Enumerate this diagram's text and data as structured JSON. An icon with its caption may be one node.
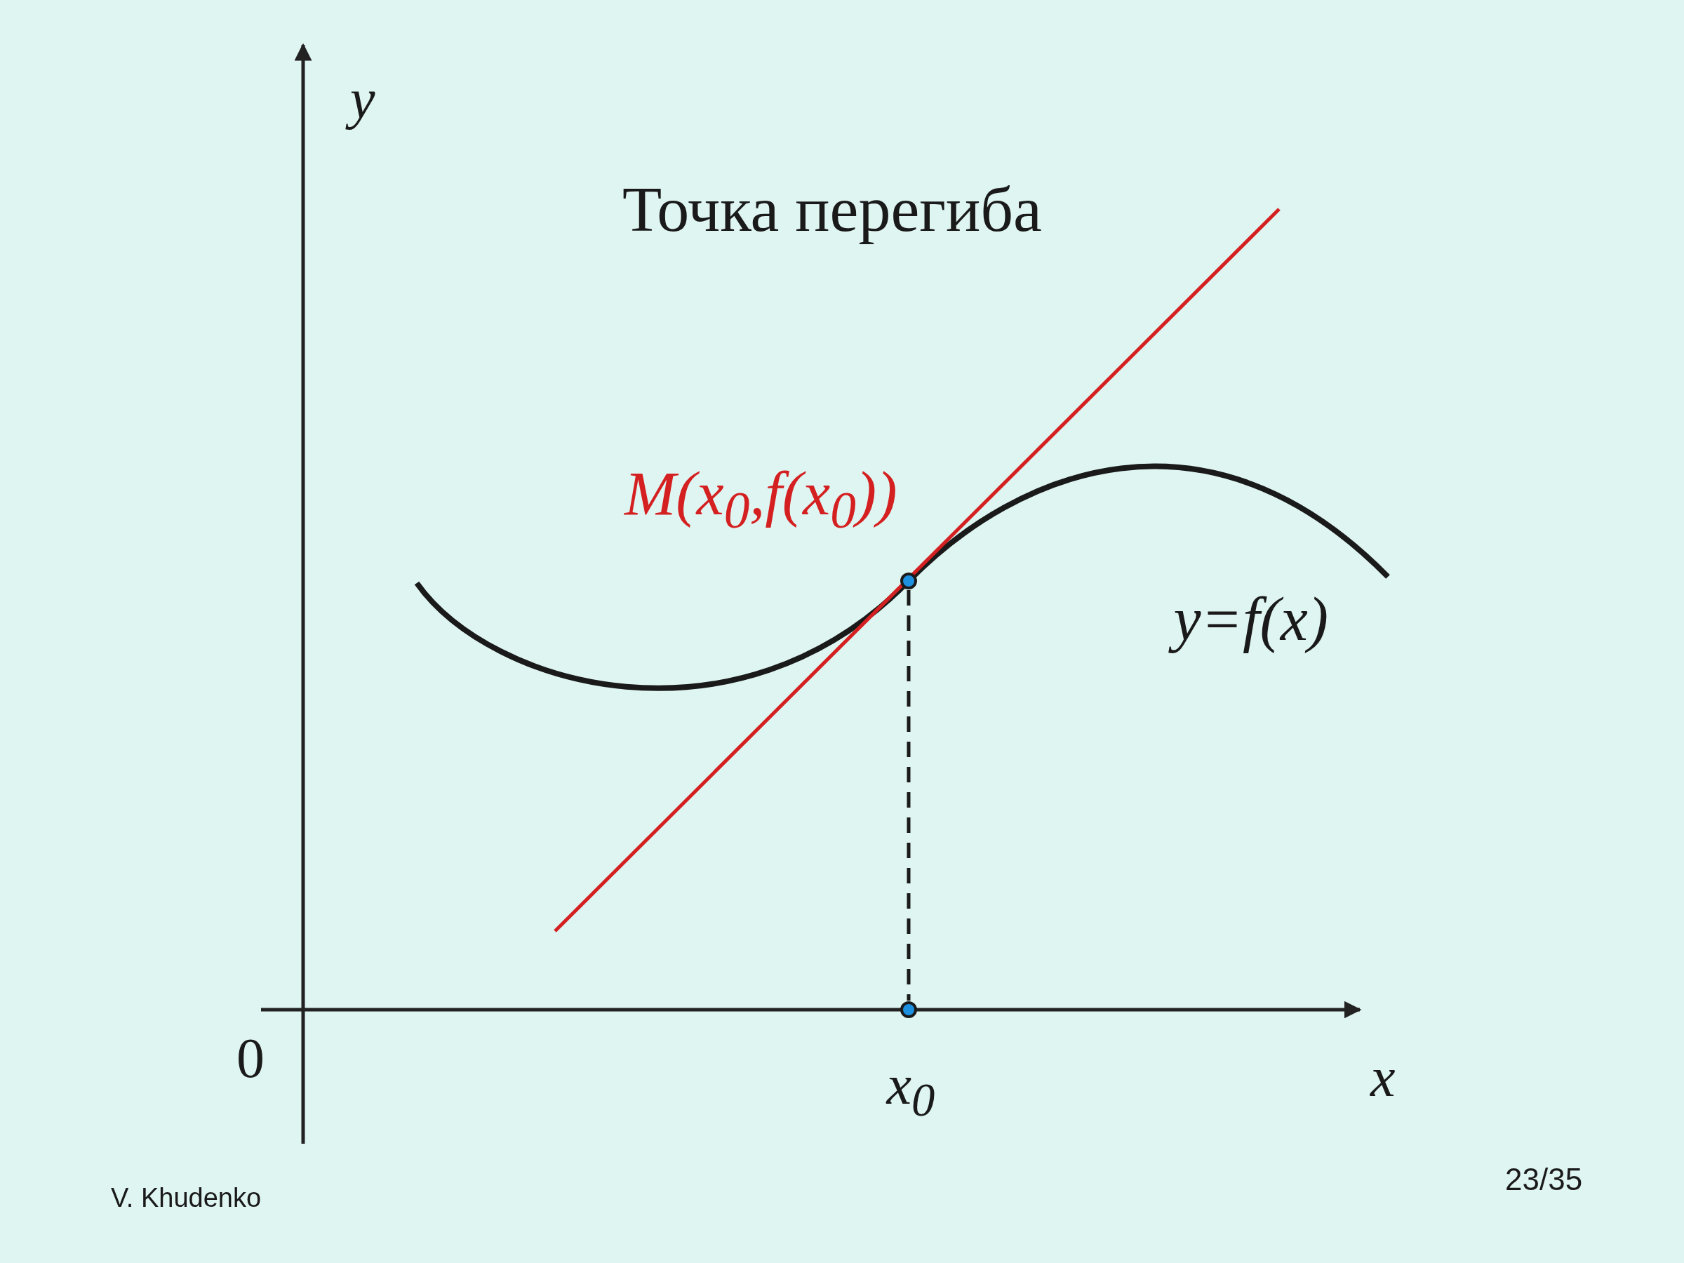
{
  "diagram": {
    "title": "Точка перегиба",
    "nodes": [
      {
        "text": [],
        "shape": "circle",
        "beside": [
          "M(x$_{0}$,f(x$_{0}$))"
        ]
      },
      {
        "text": [],
        "shape": "circle",
        "beside": [
          "x$_{0}$"
        ]
      }
    ],
    "edges": [
      {
        "from": 0,
        "to": 1,
        "arrow": "none",
        "style": "dashed"
      }
    ],
    "labels": [
      "y",
      "y=f(x)",
      "0",
      "x",
      "V. Khudenko",
      "23/35"
    ]
  }
}
